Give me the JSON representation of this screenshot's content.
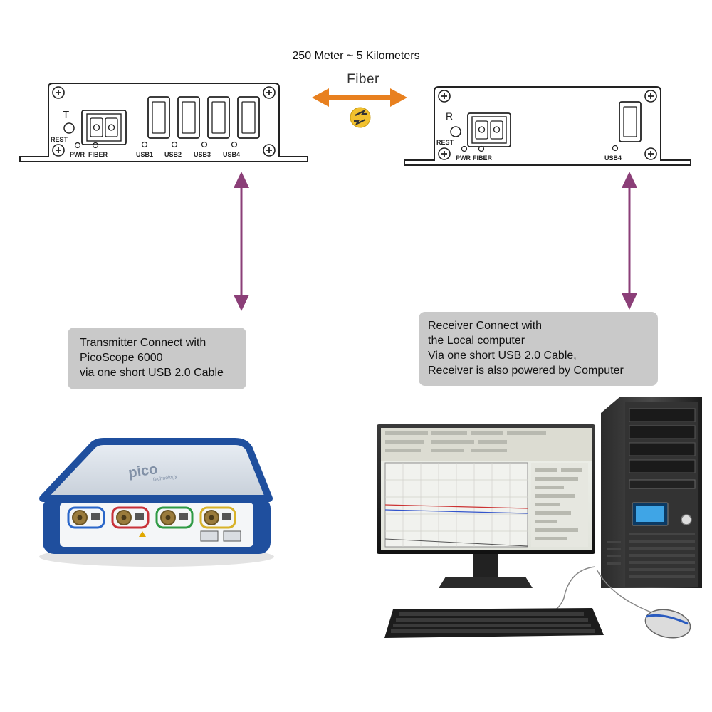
{
  "link": {
    "distance_label": "250 Meter ~ 5 Kilometers",
    "medium_label": "Fiber"
  },
  "transmitter": {
    "letter": "T",
    "rest_label": "REST",
    "pwr_label": "PWR",
    "fiber_label": "FIBER",
    "ports": [
      "USB1",
      "USB2",
      "USB3",
      "USB4"
    ]
  },
  "receiver": {
    "letter": "R",
    "rest_label": "REST",
    "pwr_label": "PWR",
    "fiber_label": "FIBER",
    "port": "USB4"
  },
  "callouts": {
    "transmitter": [
      "Transmitter Connect with",
      "PicoScope 6000",
      "via one short USB 2.0 Cable"
    ],
    "receiver": [
      "Receiver Connect with",
      "the Local computer",
      "Via one short USB 2.0 Cable,",
      "Receiver is also powered by Computer"
    ]
  },
  "picoscope": {
    "brand": "pico"
  },
  "colors": {
    "fiber_arrow": "#e8801f",
    "usb_arrow": "#8b3f78",
    "callout_bg": "#c9c9c9",
    "scope_blue": "#1f4f9e"
  }
}
